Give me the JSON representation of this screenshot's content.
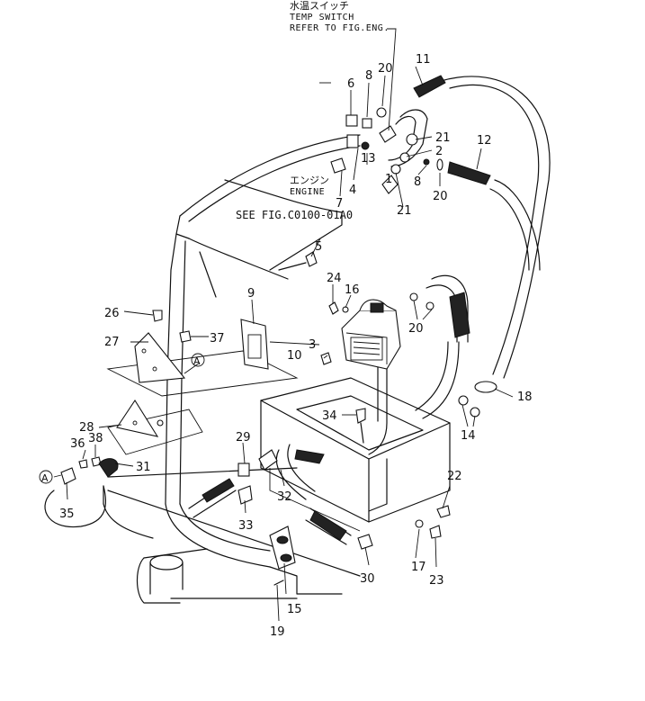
{
  "notes": {
    "temp_switch_jp": "水温スイッチ",
    "temp_switch_en": "TEMP SWITCH",
    "refer_fig": "REFER TO FIG.ENG.",
    "engine_jp": "エンジン",
    "engine_en": "ENGINE",
    "see_fig": "SEE FIG.C0100-01A0"
  },
  "callouts": {
    "c1": "1",
    "c2": "2",
    "c3": "3",
    "c4": "4",
    "c5": "5",
    "c6": "6",
    "c7": "7",
    "c8a": "8",
    "c8b": "8",
    "c9": "9",
    "c10": "10",
    "c11": "11",
    "c12": "12",
    "c13": "13",
    "c14": "14",
    "c15": "15",
    "c16": "16",
    "c17": "17",
    "c18": "18",
    "c19": "19",
    "c20a": "20",
    "c20b": "20",
    "c20c": "20",
    "c21a": "21",
    "c21b": "21",
    "c22": "22",
    "c23": "23",
    "c24": "24",
    "c26": "26",
    "c27": "27",
    "c28": "28",
    "c29": "29",
    "c30": "30",
    "c31": "31",
    "c32": "32",
    "c33": "33",
    "c34": "34",
    "c35": "35",
    "c36": "36",
    "c37": "37",
    "c38": "38",
    "ref_a1": "A",
    "ref_a2": "A"
  }
}
